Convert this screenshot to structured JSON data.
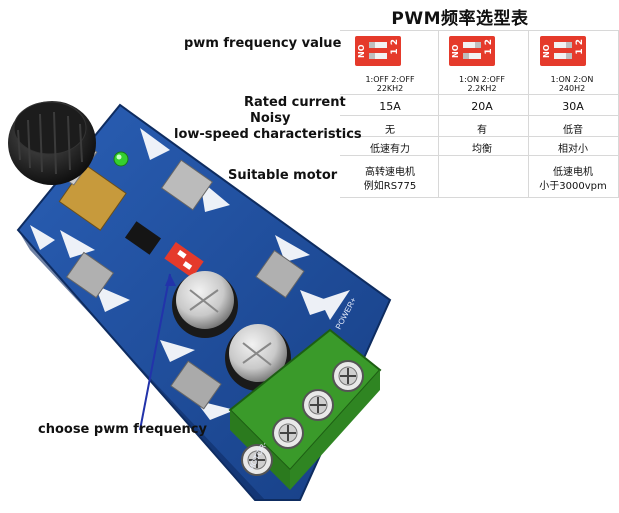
{
  "table": {
    "title": "PWM频率选型表",
    "rows": {
      "pwm_frequency": "pwm frequency value",
      "rated_current": "Rated current",
      "noisy": "Noisy",
      "low_speed": "low-speed characteristics",
      "suitable_motor": "Suitable motor"
    },
    "columns": [
      {
        "dip_on": "NO",
        "dip_numbers": "1 2",
        "switch_state": "1:OFF  2:OFF",
        "frequency": "22KH2",
        "current": "15A",
        "noise": "无",
        "low_speed": "低速有力",
        "motor_line1": "高转速电机",
        "motor_line2": "例如RS775"
      },
      {
        "dip_on": "NO",
        "dip_numbers": "1 2",
        "switch_state": "1:ON  2:OFF",
        "frequency": "2.2KH2",
        "current": "20A",
        "noise": "有",
        "low_speed": "均衡",
        "motor_line1": "",
        "motor_line2": ""
      },
      {
        "dip_on": "NO",
        "dip_numbers": "1 2",
        "switch_state": "1:ON  2:ON",
        "frequency": "240H2",
        "current": "30A",
        "noise": "低音",
        "low_speed": "相对小",
        "motor_line1": "低速电机",
        "motor_line2": "小于3000vpm"
      }
    ]
  },
  "annotation": {
    "choose_label": "choose pwm frequency"
  },
  "board_silkscreen": {
    "motor": "MOTOR-",
    "power": "POWER+"
  },
  "colors": {
    "pcb_blue": "#1d4fa0",
    "terminal_green": "#3a9a2a",
    "dip_red": "#e53a2b",
    "arrow_blue": "#2233aa",
    "led_green": "#35d02f"
  }
}
